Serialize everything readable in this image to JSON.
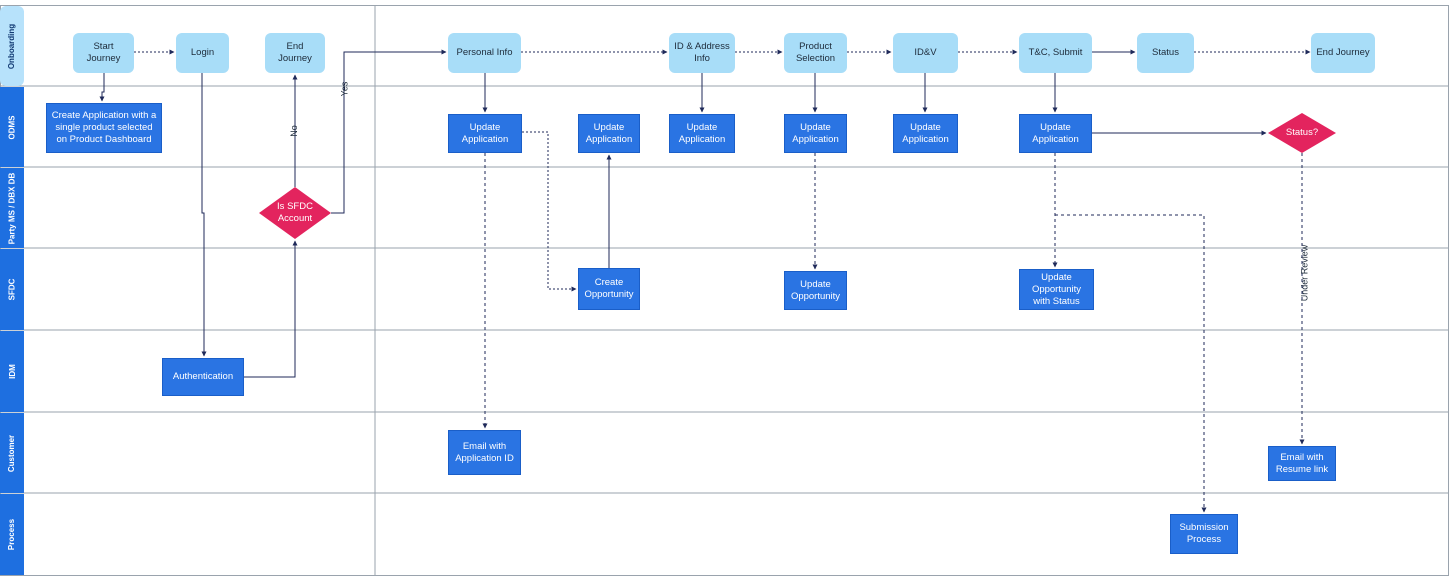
{
  "lanes": [
    {
      "id": "onboarding",
      "label": "Onboarding"
    },
    {
      "id": "odms",
      "label": "ODMS"
    },
    {
      "id": "party",
      "label": "Party MS / DBX DB"
    },
    {
      "id": "sfdc",
      "label": "SFDC"
    },
    {
      "id": "idm",
      "label": "IDM"
    },
    {
      "id": "customer",
      "label": "Customer"
    },
    {
      "id": "process",
      "label": "Process"
    }
  ],
  "nodes": {
    "start_journey": "Start Journey",
    "login": "Login",
    "end_journey_1": "End Journey",
    "personal_info": "Personal Info",
    "id_address_info": "ID & Address Info",
    "product_selection": "Product Selection",
    "idv": "ID&V",
    "tc_submit": "T&C, Submit",
    "status": "Status",
    "end_journey_2": "End Journey",
    "create_application": "Create Application with a single product selected on Product Dashboard",
    "update_app_1": "Update Application",
    "update_app_2": "Update Application",
    "update_app_3": "Update Application",
    "update_app_4": "Update Application",
    "update_app_5": "Update Application",
    "update_app_6": "Update Application",
    "status_decision": "Status?",
    "is_sfdc_account": "Is SFDC Account",
    "create_opportunity": "Create Opportunity",
    "update_opportunity": "Update Opportunity",
    "update_opportunity_status": "Update Opportunity with Status",
    "authentication": "Authentication",
    "email_app_id": "Email with Application ID",
    "email_resume": "Email with Resume link",
    "submission_process": "Submission Process"
  },
  "edge_labels": {
    "yes": "Yes",
    "no": "No",
    "under_review": "Under Review"
  },
  "colors": {
    "lane_header": "#1e6fe0",
    "onboarding_header": "#b7e2fb",
    "process_box": "#2a74e3",
    "screen_box": "#a8ddf8",
    "decision": "#e3245e",
    "edge": "#1f2a5a"
  }
}
